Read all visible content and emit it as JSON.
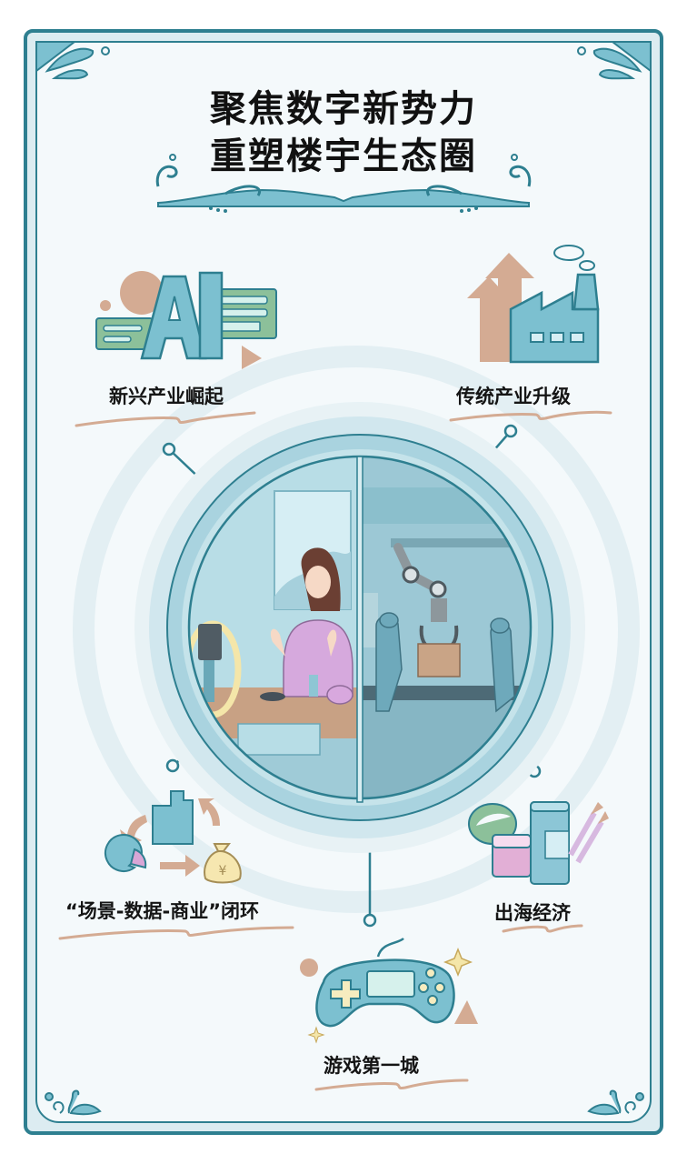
{
  "title": {
    "line1": "聚焦数字新势力",
    "line2": "重塑楼宇生态圈"
  },
  "topics": [
    {
      "label": "新兴产业崛起",
      "icon": "ai-icon"
    },
    {
      "label": "传统产业升级",
      "icon": "factory-growth-icon"
    },
    {
      "label": "“场景-数据-商业”闭环",
      "icon": "business-loop-icon"
    },
    {
      "label": "出海经济",
      "icon": "cosmetics-icon"
    },
    {
      "label": "游戏第一城",
      "icon": "game-controller-icon"
    }
  ],
  "center": {
    "left_scene": "livestream-host-illustration",
    "right_scene": "factory-robot-arm-illustration"
  },
  "colors": {
    "frame": "#2e7f90",
    "frame_fill": "#dcecf1",
    "background": "#f4f9fb",
    "accent_blue": "#7cc0d0",
    "accent_tan": "#d4ab93",
    "accent_green": "#8cc09a",
    "accent_pink": "#d9a6d6",
    "accent_cream": "#f6e7b0"
  }
}
